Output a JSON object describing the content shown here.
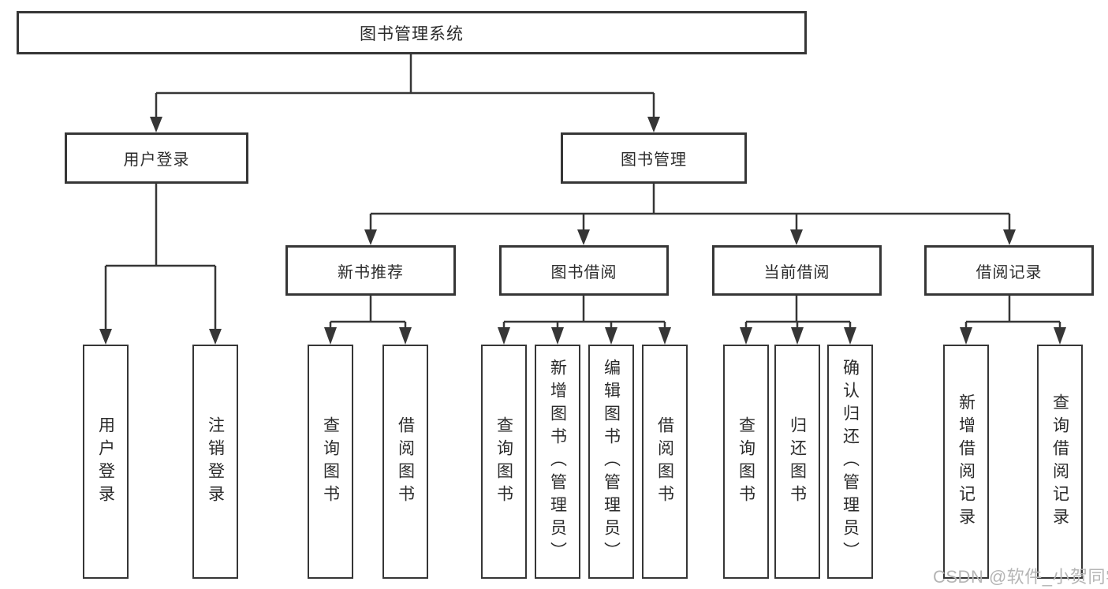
{
  "diagram": {
    "title": "图书管理系统",
    "type": "hierarchy-tree",
    "colors": {
      "line": "#363636",
      "box_border": "#363636",
      "text": "#2b2b2b",
      "background": "#ffffff",
      "watermark_text": "#b5b5b5"
    },
    "nodes": {
      "root": {
        "label": "图书管理系统"
      },
      "login": {
        "label": "用户登录"
      },
      "mgmt": {
        "label": "图书管理"
      },
      "new_rec": {
        "label": "新书推荐"
      },
      "borrow": {
        "label": "图书借阅"
      },
      "current": {
        "label": "当前借阅"
      },
      "records": {
        "label": "借阅记录"
      },
      "leaf_user_login": {
        "label": "用户登录"
      },
      "leaf_logout": {
        "label": "注销登录"
      },
      "leaf_nr_query": {
        "label": "查询图书"
      },
      "leaf_nr_borrow": {
        "label": "借阅图书"
      },
      "leaf_bw_query": {
        "label": "查询图书"
      },
      "leaf_bw_add": {
        "label": "新增图书（管理员）"
      },
      "leaf_bw_edit": {
        "label": "编辑图书（管理员）"
      },
      "leaf_bw_borrow": {
        "label": "借阅图书"
      },
      "leaf_cur_query": {
        "label": "查询图书"
      },
      "leaf_cur_return": {
        "label": "归还图书"
      },
      "leaf_cur_confirm": {
        "label": "确认归还（管理员）"
      },
      "leaf_rec_add": {
        "label": "新增借阅记录"
      },
      "leaf_rec_query": {
        "label": "查询借阅记录"
      }
    },
    "edges": [
      {
        "from": "root",
        "to": [
          "login",
          "mgmt"
        ]
      },
      {
        "from": "login",
        "to": [
          "leaf_user_login",
          "leaf_logout"
        ]
      },
      {
        "from": "mgmt",
        "to": [
          "new_rec",
          "borrow",
          "current",
          "records"
        ]
      },
      {
        "from": "new_rec",
        "to": [
          "leaf_nr_query",
          "leaf_nr_borrow"
        ]
      },
      {
        "from": "borrow",
        "to": [
          "leaf_bw_query",
          "leaf_bw_add",
          "leaf_bw_edit",
          "leaf_bw_borrow"
        ]
      },
      {
        "from": "current",
        "to": [
          "leaf_cur_query",
          "leaf_cur_return",
          "leaf_cur_confirm"
        ]
      },
      {
        "from": "records",
        "to": [
          "leaf_rec_add",
          "leaf_rec_query"
        ]
      }
    ],
    "watermark": "CSDN @软件_小贺同学"
  }
}
